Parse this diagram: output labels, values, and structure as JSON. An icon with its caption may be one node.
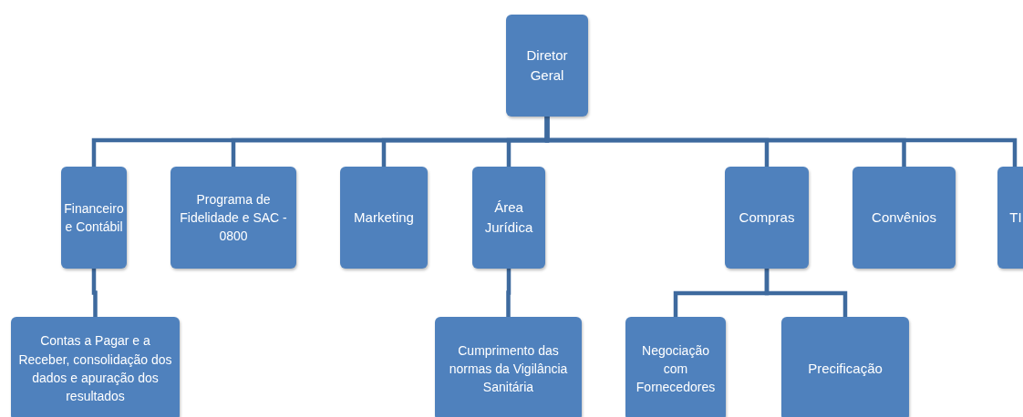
{
  "diagram": {
    "nodes": [
      {
        "text": [
          "Diretor Geral"
        ]
      },
      {
        "text": [
          "Financeiro e Contábil"
        ]
      },
      {
        "text": [
          "Programa de Fidelidade e SAC - 0800"
        ]
      },
      {
        "text": [
          "Marketing"
        ]
      },
      {
        "text": [
          "Área Jurídica"
        ]
      },
      {
        "text": [
          "Compras"
        ]
      },
      {
        "text": [
          "Convênios"
        ]
      },
      {
        "text": [
          "TI"
        ]
      },
      {
        "text": [
          "Contas a Pagar e a Receber, consolidação dos dados e apuração dos resultados"
        ]
      },
      {
        "text": [
          "Cumprimento das normas da Vigilância Sanitária"
        ]
      },
      {
        "text": [
          "Negociação com Fornecedores"
        ]
      },
      {
        "text": [
          "Precificação"
        ]
      }
    ],
    "edges": [
      {
        "from": 0,
        "to": 1,
        "arrow": "none"
      },
      {
        "from": 0,
        "to": 2,
        "arrow": "none"
      },
      {
        "from": 0,
        "to": 3,
        "arrow": "none"
      },
      {
        "from": 0,
        "to": 4,
        "arrow": "none"
      },
      {
        "from": 0,
        "to": 5,
        "arrow": "none"
      },
      {
        "from": 0,
        "to": 6,
        "arrow": "none"
      },
      {
        "from": 0,
        "to": 7,
        "arrow": "none"
      },
      {
        "from": 1,
        "to": 8,
        "arrow": "none"
      },
      {
        "from": 4,
        "to": 9,
        "arrow": "none"
      },
      {
        "from": 5,
        "to": 10,
        "arrow": "none"
      },
      {
        "from": 5,
        "to": 11,
        "arrow": "none"
      }
    ]
  }
}
